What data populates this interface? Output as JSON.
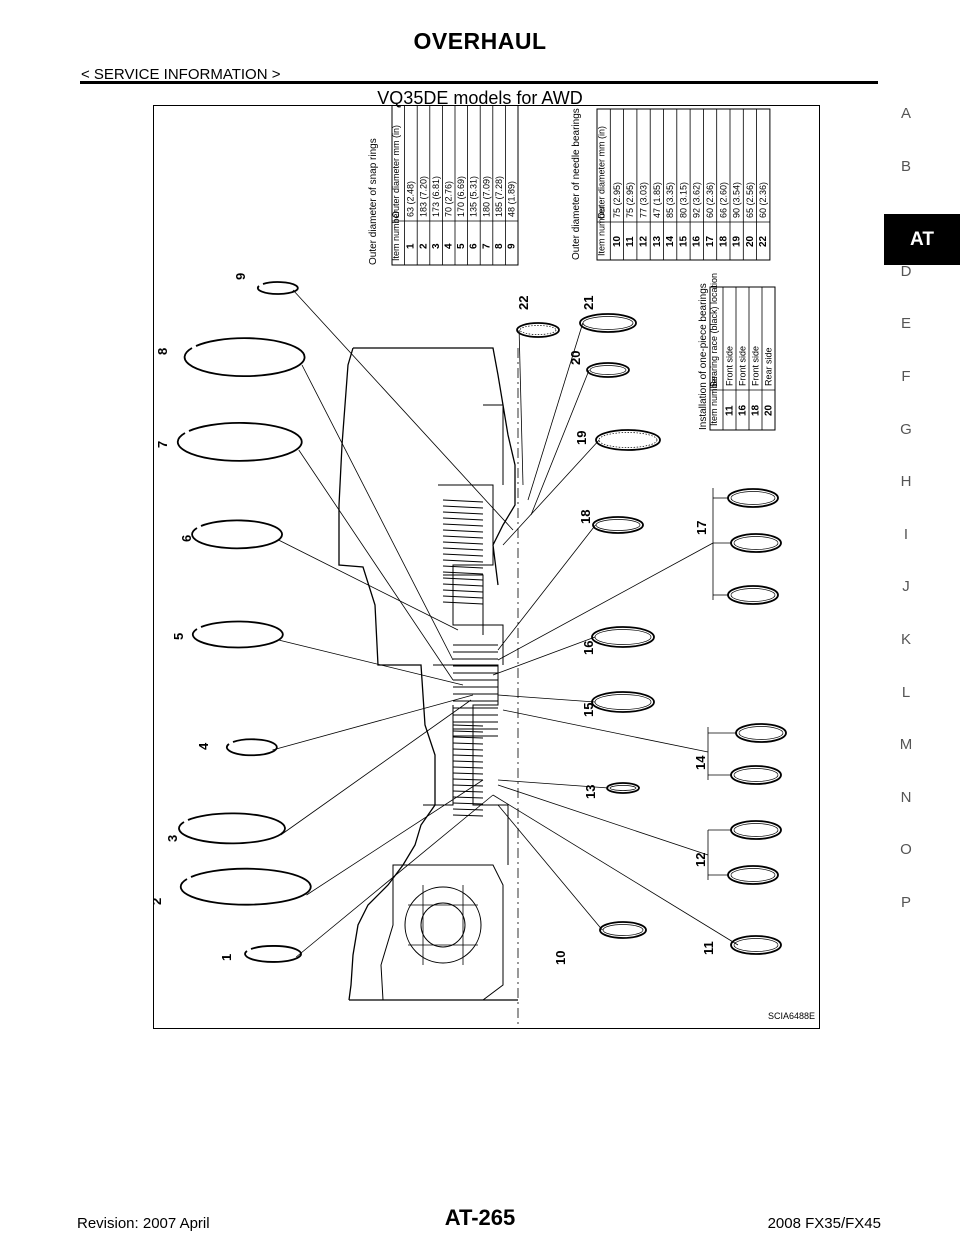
{
  "header": {
    "title": "OVERHAUL",
    "subtitle": "< SERVICE INFORMATION >"
  },
  "figure": {
    "title": "VQ35DE models for AWD",
    "ref_code": "SCIA6488E",
    "snap_rings_table": {
      "caption": "Outer diameter of snap rings",
      "headers": [
        "Item number",
        "Outer diameter mm (in)"
      ],
      "rows": [
        [
          "1",
          "63 (2.48)"
        ],
        [
          "2",
          "183 (7.20)"
        ],
        [
          "3",
          "173 (6.81)"
        ],
        [
          "4",
          "70 (2.76)"
        ],
        [
          "5",
          "170 (6.69)"
        ],
        [
          "6",
          "135 (5.31)"
        ],
        [
          "7",
          "180 (7.09)"
        ],
        [
          "8",
          "185 (7.28)"
        ],
        [
          "9",
          "48 (1.89)"
        ]
      ]
    },
    "needle_bearings_table": {
      "caption": "Outer diameter of needle bearings",
      "headers": [
        "Item number",
        "Outer diameter mm (in)"
      ],
      "rows": [
        [
          "10",
          "75 (2.95)"
        ],
        [
          "11",
          "75 (2.95)"
        ],
        [
          "12",
          "77 (3.03)"
        ],
        [
          "13",
          "47 (1.85)"
        ],
        [
          "14",
          "85 (3.35)"
        ],
        [
          "15",
          "80 (3.15)"
        ],
        [
          "16",
          "92 (3.62)"
        ],
        [
          "17",
          "60 (2.36)"
        ],
        [
          "18",
          "66 (2.60)"
        ],
        [
          "19",
          "90 (3.54)"
        ],
        [
          "20",
          "65 (2.56)"
        ],
        [
          "22",
          "60 (2.36)"
        ]
      ]
    },
    "one_piece_table": {
      "caption": "Installation of one-piece bearings",
      "headers": [
        "Item number",
        "Bearing race (black) location"
      ],
      "rows": [
        [
          "11",
          "Front side"
        ],
        [
          "16",
          "Front side"
        ],
        [
          "18",
          "Front side"
        ],
        [
          "20",
          "Rear side"
        ]
      ]
    },
    "callouts": [
      "1",
      "2",
      "3",
      "4",
      "5",
      "6",
      "7",
      "8",
      "9",
      "10",
      "11",
      "12",
      "13",
      "14",
      "15",
      "16",
      "17",
      "18",
      "19",
      "20",
      "21",
      "22"
    ]
  },
  "side_index": {
    "letters": [
      "A",
      "B",
      "AT",
      "D",
      "E",
      "F",
      "G",
      "H",
      "I",
      "J",
      "K",
      "L",
      "M",
      "N",
      "O",
      "P"
    ],
    "active": "AT"
  },
  "footer": {
    "left": "Revision: 2007 April",
    "center": "AT-265",
    "right": "2008 FX35/FX45"
  }
}
